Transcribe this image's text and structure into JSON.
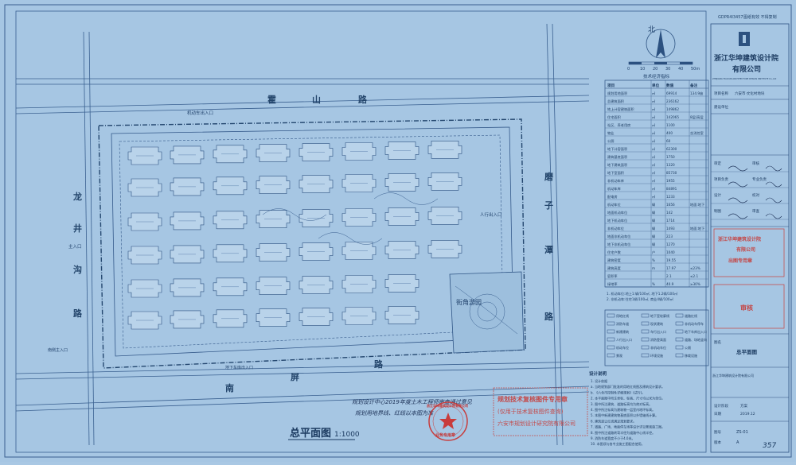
{
  "header": {
    "code": "GDPR4I3457",
    "note": "图纸有效 不得复制"
  },
  "company": {
    "name_cn": "浙江华坤建筑设计院有限公司",
    "name_line1": "浙江华坤建筑设计院",
    "name_line2": "有限公司",
    "name_en": "ZHEJIANG HUAKUN ARCHITECTURE DESIGN INSTITUTE Co.,Ltd"
  },
  "north": {
    "label": "北"
  },
  "scale_bar": {
    "ticks": [
      "0",
      "10",
      "20",
      "30",
      "40",
      "50m"
    ]
  },
  "table": {
    "title": "技术经济指标",
    "headers": [
      "项目",
      "单位",
      "数值",
      "备注"
    ],
    "rows": [
      [
        "规划用地面积",
        "㎡",
        "69914",
        "134.9亩"
      ],
      [
        "总建筑面积",
        "㎡",
        "236162",
        ""
      ],
      [
        "地上计容建筑面积",
        "㎡",
        "149862",
        ""
      ],
      [
        "住宅面积",
        "㎡",
        "142065",
        "8层/高层"
      ],
      [
        "社区、养老用房",
        "㎡",
        "1100",
        ""
      ],
      [
        "物业",
        "㎡",
        "400",
        "含消控室"
      ],
      [
        "公厕",
        "㎡",
        "60",
        ""
      ],
      [
        "地下计容面积",
        "㎡",
        "62300",
        ""
      ],
      [
        "建筑基底面积",
        "㎡",
        "1750",
        ""
      ],
      [
        "地下建筑面积",
        "㎡",
        "1320",
        ""
      ],
      [
        "地下室面积",
        "㎡",
        "85730",
        ""
      ],
      [
        "非机动车库",
        "㎡",
        "1955",
        ""
      ],
      [
        "机动车库",
        "㎡",
        "84891",
        ""
      ],
      [
        "配电房",
        "㎡",
        "1233",
        ""
      ],
      [
        "机动车位",
        "辆",
        "1656",
        "地面:地下"
      ],
      [
        "地面机动车位",
        "辆",
        "142",
        ""
      ],
      [
        "地下机动车位",
        "辆",
        "1714",
        ""
      ],
      [
        "非机动车位",
        "辆",
        "1493",
        "地面:地下"
      ],
      [
        "地面非机动车位",
        "辆",
        "223",
        ""
      ],
      [
        "地下非机动车位",
        "辆",
        "1270",
        ""
      ],
      [
        "住宅户数",
        "户",
        "1040",
        ""
      ],
      [
        "建筑密度",
        "%",
        "19.55",
        ""
      ],
      [
        "建筑高度",
        "m",
        "17.97",
        "≤23%"
      ],
      [
        "容积率",
        "",
        "2.1",
        "≤2.1"
      ],
      [
        "绿地率",
        "%",
        "40.9",
        "≥30%"
      ]
    ],
    "notes": [
      "1. 机动车位:地上1:辆/100㎡, 地下1.2辆/100㎡",
      "2. 非机动车:住宅1辆/100㎡, 商业4辆/100㎡"
    ]
  },
  "legend": {
    "title": "图例",
    "items": [
      "用地红线",
      "地下室轮廓线",
      "道路红线",
      "消防车道",
      "现状建筑",
      "非机动车停车",
      "新建建筑",
      "车行出入口",
      "地下车库出入口",
      "人行出入口",
      "消防登高面",
      "道路、场地竖向",
      "机动车位",
      "非机动车位",
      "公厕",
      "景观",
      "环境设施",
      "移栽设施"
    ]
  },
  "design_notes": {
    "title": "设计说明",
    "lines": [
      "1. 设计依据",
      "a. 当地规划部门批准的用地红线图及建筑设计要求。",
      "b. 《六合市控制性详细规划》(试行)。",
      "2. 本平面图中所注坐标、标高、尺寸均以米为单位。",
      "3. 图中所注建筑、道路标高均为绝对标高。",
      "4. 图中所注标高为建筑物一层室内地坪标高。",
      "5. 本图中新建建筑物基底面积以外墙轴线计算。",
      "6. 建筑退让红线满足规划要求。",
      "7. 道路、广场、地面停车场等设计详见景观施工图。",
      "8. 图中所注道路转弯半径为道路中心线半径。",
      "9. 消防车道宽度不小于4.0米。",
      "10. 本图须与各专业施工图配合使用。"
    ]
  },
  "roads": {
    "north": [
      "霍",
      "山",
      "路"
    ],
    "west": [
      "龙",
      "井",
      "沟",
      "路"
    ],
    "east": [
      "磨",
      "子",
      "潭",
      "路"
    ],
    "south": [
      "南",
      "屏",
      "路"
    ]
  },
  "labels": {
    "north_gate": "机动车出入口",
    "west_gate": "主入口",
    "east_gate": "人行出入口",
    "park": "街角游园",
    "south_left_gate": "南侧主入口",
    "parking_south": "地下车库出入口"
  },
  "plan_title": {
    "text": "总平面图",
    "scale": "1:1000"
  },
  "handwritten": [
    "规划设计中心2019年度土木工程师审查通过意见",
    "规划用地界线、红线以本图为准"
  ],
  "review_stamp": {
    "lines": [
      "规划技术复核图件专用章",
      "(仅用于技术复核图件查询)",
      "六安市规划设计研究院有限公司"
    ]
  },
  "red_seal": {
    "outer": "浙江华坤建筑设计院有限公司",
    "inner": "业务专用章"
  },
  "right_panel": {
    "project_label": "项目名称",
    "project": "六安市·文化村地块",
    "client_label": "建设单位",
    "sheet_label": "图名",
    "sheet_name": "总平面图",
    "stage_label": "设计阶段",
    "stage": "方案",
    "date_label": "日期",
    "date": "2019.12",
    "number_label": "图号",
    "number": "ZS-01",
    "version_label": "版本",
    "version": "A",
    "roles": [
      [
        "审定",
        "审核"
      ],
      [
        "项目负责",
        "专业负责"
      ],
      [
        "设计",
        "校对"
      ],
      [
        "制图",
        "审查"
      ]
    ],
    "cert_stamp_lines": [
      "浙江华坤建筑设计院",
      "有限公司",
      "出图专用章"
    ],
    "approval_stamp": "审核",
    "company_footer": "浙江华坤建筑设计院有限公司"
  },
  "page_no": "357",
  "colors": {
    "paper": "#a6c6e3",
    "linework": "#2c5180",
    "stamp_red": "#c83c3c",
    "highlight": "#d9e7f4"
  }
}
